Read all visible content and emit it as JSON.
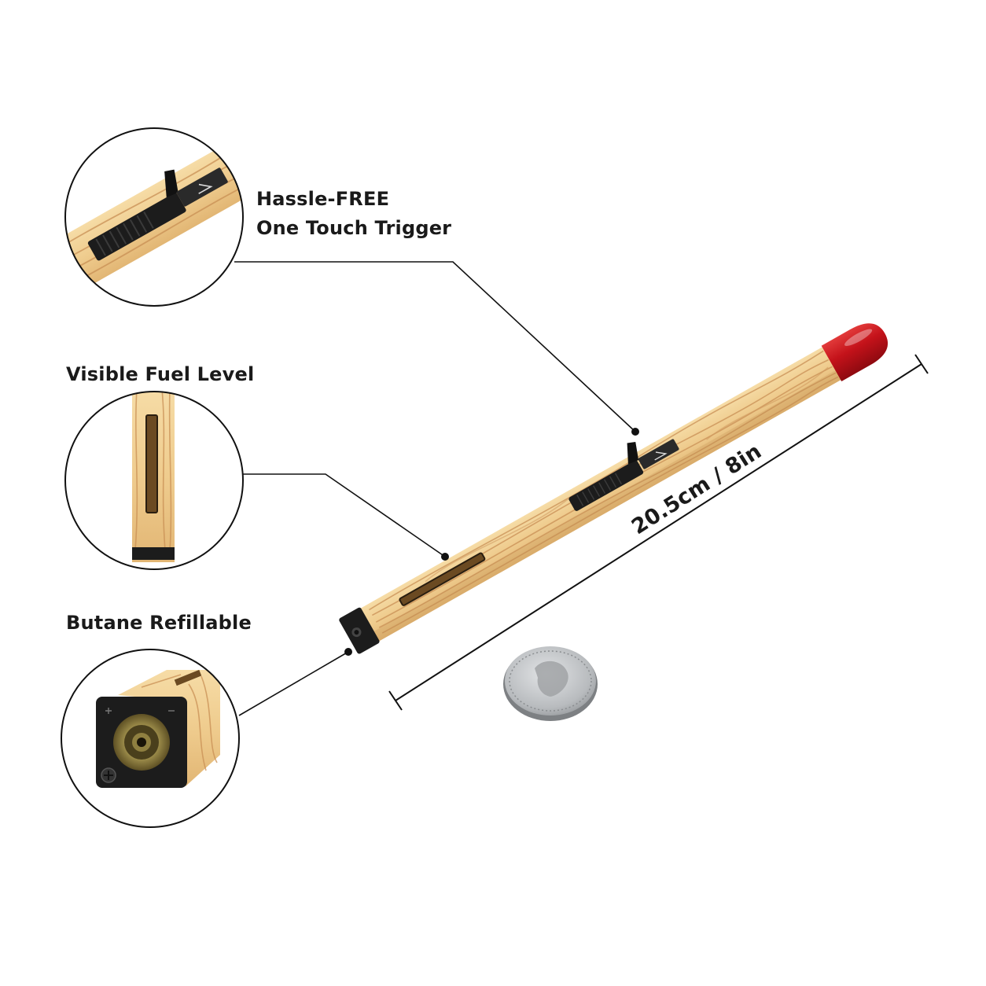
{
  "callouts": {
    "trigger": {
      "line1": "Hassle-FREE",
      "line2": "One Touch Trigger"
    },
    "fuel": {
      "title": "Visible Fuel Level"
    },
    "refill": {
      "title": "Butane Refillable"
    }
  },
  "measurement": {
    "text": "20.5cm / 8in"
  },
  "colors": {
    "wood": "#f0cf94",
    "wood_grain": "#c98f55",
    "tip": "#c8141c",
    "plastic": "#1c1c1c",
    "line": "#111111",
    "coin": "#b9bcbf"
  }
}
